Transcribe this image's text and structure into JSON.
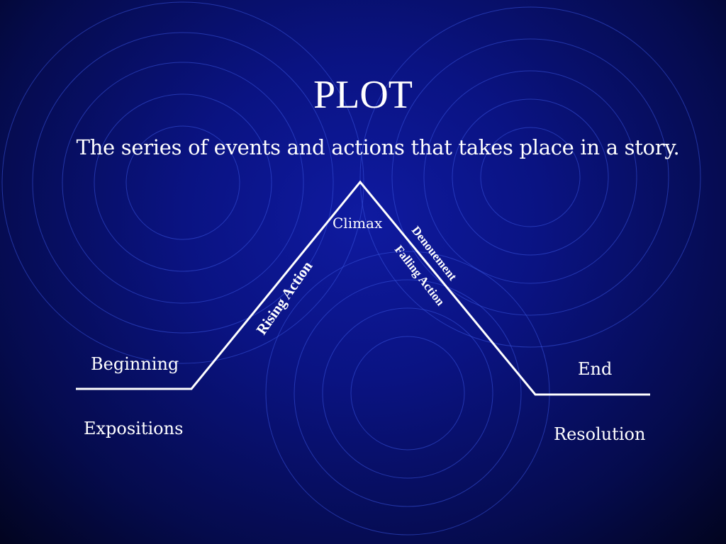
{
  "slide": {
    "title": "PLOT",
    "subtitle": "The series of events and actions that takes place in a story."
  },
  "diagram": {
    "labels": {
      "beginning": "Beginning",
      "expositions": "Expositions",
      "rising_action": "Rising Action",
      "climax": "Climax",
      "denouement": "Denouement",
      "falling_action": "Falling Action",
      "end": "End",
      "resolution": "Resolution"
    }
  },
  "colors": {
    "background": "#0a1382",
    "text": "#ffffff",
    "line": "#ffffff",
    "circles": "#3a55e0"
  }
}
